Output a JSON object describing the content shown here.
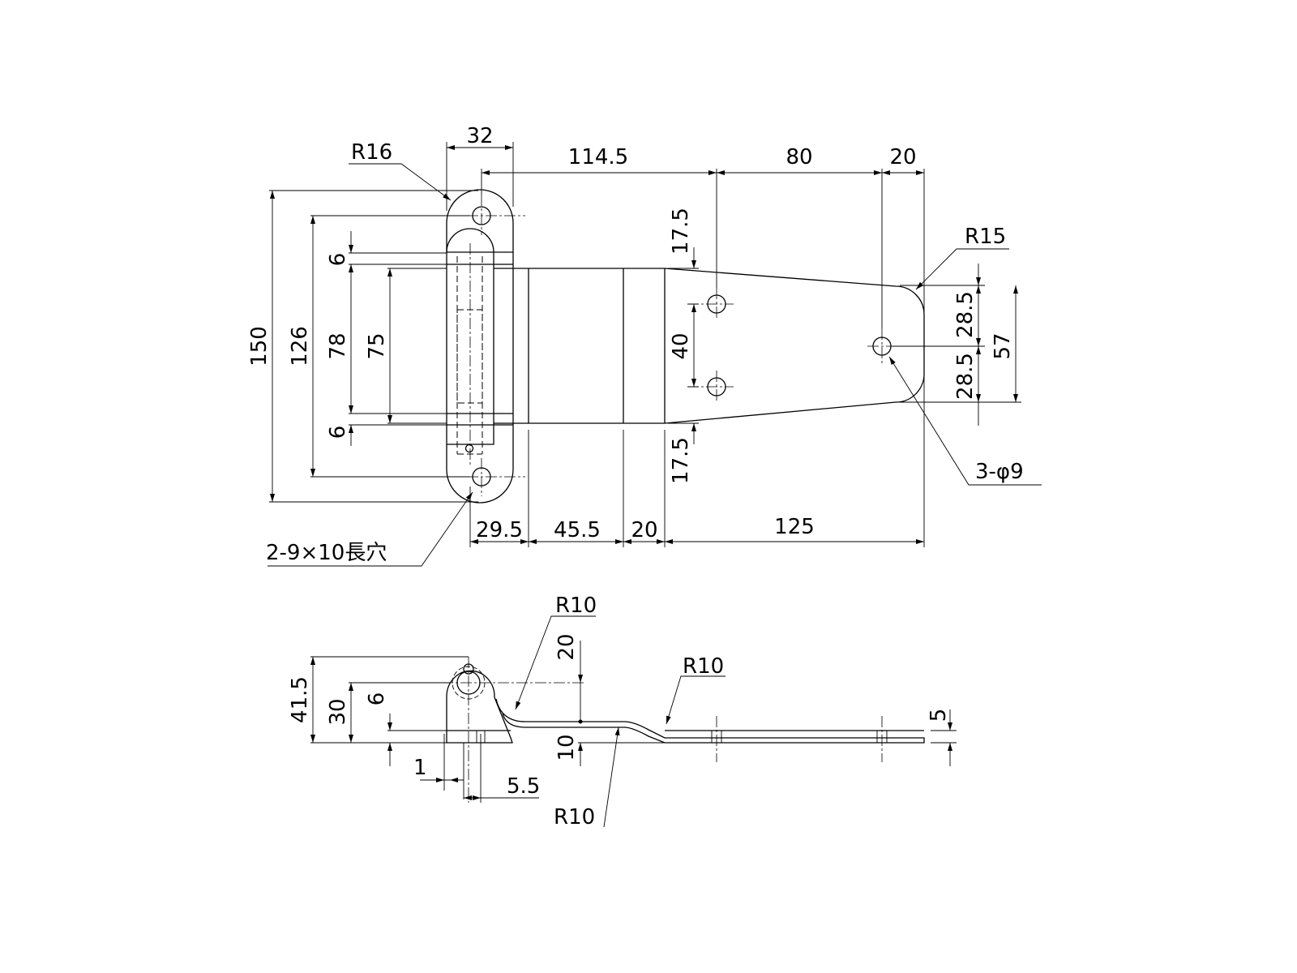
{
  "top_view": {
    "dim_width_leaf": "32",
    "dim_114_5": "114.5",
    "dim_80": "80",
    "dim_20_top": "20",
    "radius_leaf": "R16",
    "radius_end": "R15",
    "dim_150": "150",
    "dim_126": "126",
    "dim_78": "78",
    "dim_75": "75",
    "dim_6_top": "6",
    "dim_6_bottom": "6",
    "dim_17_5_top": "17.5",
    "dim_40": "40",
    "dim_17_5_bottom": "17.5",
    "dim_28_5_top": "28.5",
    "dim_28_5_bottom": "28.5",
    "dim_57": "57",
    "holes_note": "3-φ9",
    "slot_note": "2-9×10長穴",
    "dim_29_5": "29.5",
    "dim_45_5": "45.5",
    "dim_20_bottom": "20",
    "dim_125": "125"
  },
  "side_view": {
    "radius_1": "R10",
    "radius_2": "R10",
    "radius_3": "R10",
    "dim_20": "20",
    "dim_10": "10",
    "dim_41_5": "41.5",
    "dim_30": "30",
    "dim_6": "6",
    "dim_1": "1",
    "dim_5_5": "5.5",
    "dim_5": "5"
  }
}
